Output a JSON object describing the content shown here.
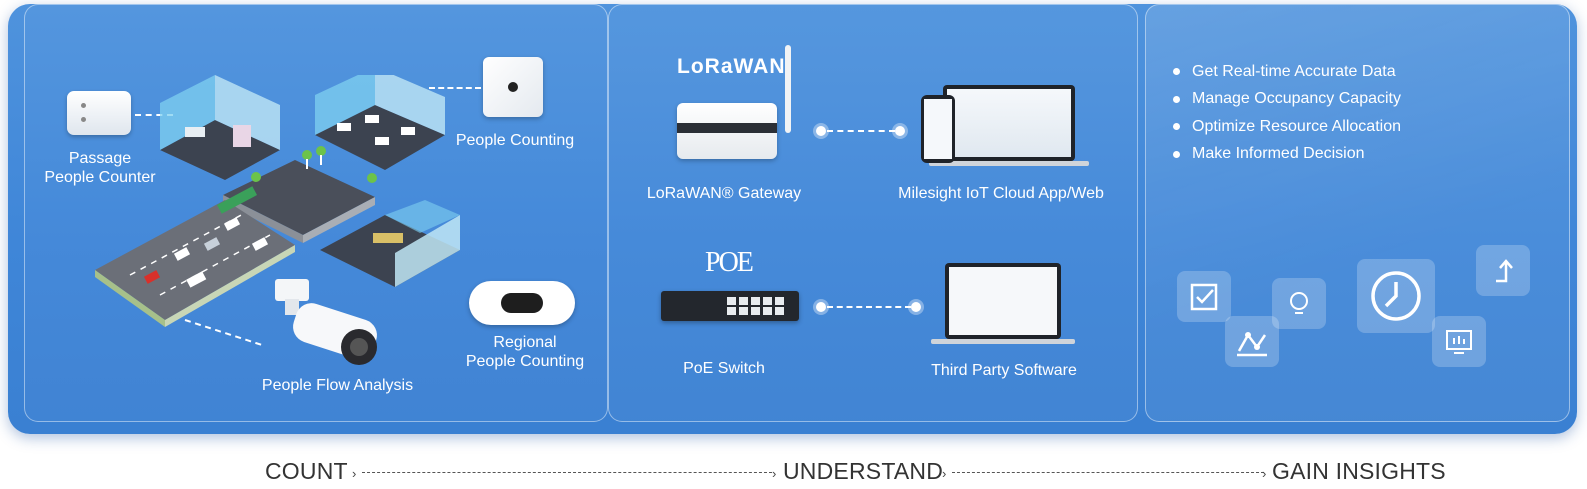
{
  "count_section": {
    "passage_counter": "Passage\nPeople Counter",
    "people_counting": "People Counting",
    "regional_people_counting": "Regional\nPeople Counting",
    "people_flow_analysis": "People Flow Analysis"
  },
  "understand_section": {
    "lorawan_logo": "LoRaWAN",
    "lorawan_gateway": "LoRaWAN® Gateway",
    "cloud_app": "Milesight IoT Cloud App/Web",
    "poe_logo": "POE",
    "poe_switch": "PoE Switch",
    "third_party": "Third Party Software"
  },
  "insights_section": {
    "bullets": [
      "Get Real-time Accurate Data",
      "Manage Occupancy Capacity",
      "Optimize Resource Allocation",
      "Make Informed Decision"
    ],
    "icons": [
      "checkbox-icon",
      "lightbulb-icon",
      "clock-icon",
      "arrow-up-icon",
      "network-icon",
      "monitor-chart-icon"
    ]
  },
  "flow": {
    "step1": "COUNT",
    "step2": "UNDERSTAND",
    "step3": "GAIN INSIGHTS"
  },
  "colors": {
    "panel_blue": "#4a8fdc",
    "text": "#ffffff",
    "flow_text": "#333333"
  }
}
